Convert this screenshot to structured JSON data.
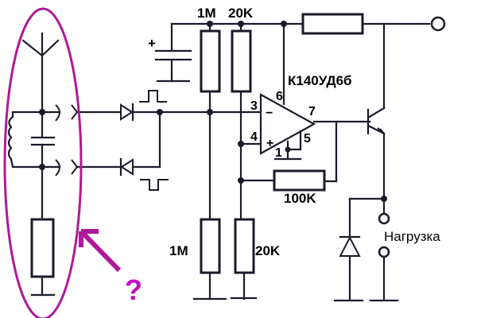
{
  "diagram": {
    "title": "",
    "opamp": {
      "part_number": "К140УД6б",
      "pins": {
        "inverting": "3",
        "non_inverting": "4",
        "v_plus": "6",
        "output": "7",
        "offset_a": "1",
        "offset_b": "5"
      },
      "inverting_sign": "−",
      "non_inverting_sign": "+"
    },
    "resistors": {
      "top_divider_left": "1M",
      "top_divider_right": "20K",
      "bottom_divider_left": "1M",
      "bottom_divider_right": "20K",
      "feedback": "100K"
    },
    "capacitor_polarity": "+",
    "load_label": "Нагрузка",
    "annotation": {
      "question_mark": "?",
      "highlight_color": "#b0189a",
      "question_color": "#c010c0"
    }
  }
}
